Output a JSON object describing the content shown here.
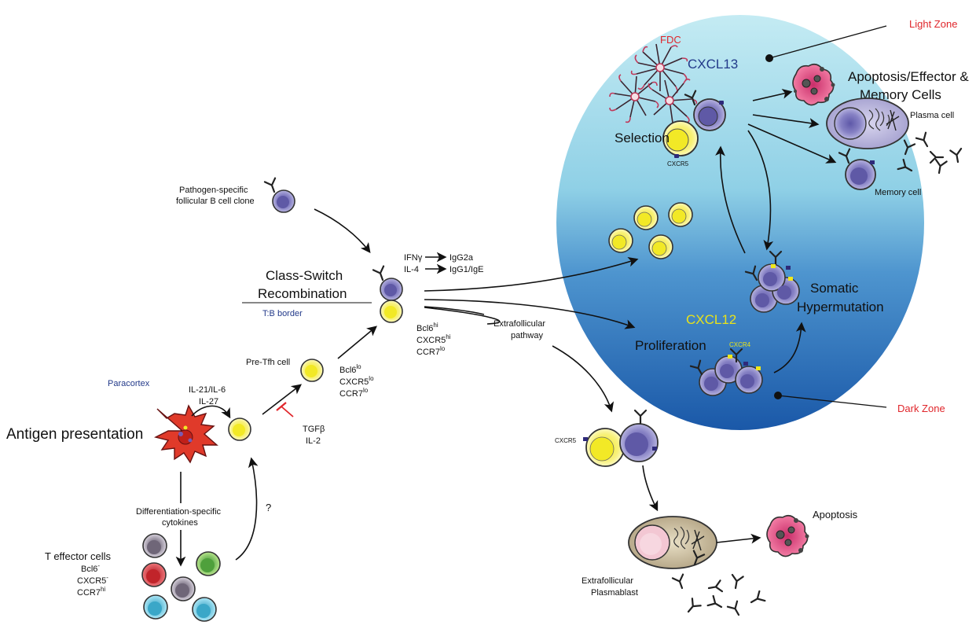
{
  "colors": {
    "zone_light": "#bfe8f2",
    "zone_dark": "#1a58a8",
    "b_cell": "#9b97cf",
    "t_cell": "#fbf79b",
    "dc": "#e03a2a",
    "apoptotic": "#ee4b7c",
    "label_red": "#e0262b",
    "label_blue": "#233a8a",
    "label_yellow": "#e8e21a"
  },
  "zones": {
    "light_zone": "Light Zone",
    "dark_zone": "Dark Zone",
    "fdc": "FDC",
    "cxcl13": "CXCL13",
    "cxcl12": "CXCL12",
    "cxcr4": "CXCR4",
    "cxcr5_gc": "CXCR5",
    "selection": "Selection",
    "proliferation": "Proliferation",
    "somatic_1": "Somatic",
    "somatic_2": "Hypermutation"
  },
  "outputs": {
    "title_1": "Apoptosis/Effector &",
    "title_2": "Memory Cells",
    "plasma_cell": "Plasma cell",
    "memory_cell": "Memory cell"
  },
  "b_clone": {
    "line1": "Pathogen-specific",
    "line2": "follicular B cell clone"
  },
  "csr": {
    "title_1": "Class-Switch",
    "title_2": "Recombination",
    "border": "T:B border",
    "ifn": "IFNγ",
    "igg2a": "IgG2a",
    "il4": "IL-4",
    "igg1": "IgG1/IgE"
  },
  "tfh_markers": [
    {
      "name": "Bcl6",
      "sup": "hi"
    },
    {
      "name": "CXCR5",
      "sup": "hi"
    },
    {
      "name": "CCR7",
      "sup": "lo"
    }
  ],
  "extrafollicular": {
    "line1": "Extrafollicular",
    "line2": "pathway",
    "cxcr5": "CXCR5",
    "plasmablast_1": "Extrafollicular",
    "plasmablast_2": "Plasmablast",
    "apoptosis": "Apoptosis"
  },
  "pre_tfh": {
    "label": "Pre-Tfh cell",
    "markers": [
      {
        "name": "Bcl6",
        "sup": "lo"
      },
      {
        "name": "CXCR5",
        "sup": "lo"
      },
      {
        "name": "CCR7",
        "sup": "lo"
      }
    ]
  },
  "paracortex": {
    "label": "Paracortex",
    "il21": "IL-21/IL-6",
    "il27": "IL-27",
    "tgfb": "TGFβ",
    "il2": "IL-2",
    "antigen": "Antigen presentation",
    "diff_1": "Differentiation-specific",
    "diff_2": "cytokines",
    "question": "?"
  },
  "effector": {
    "title": "T effector cells",
    "markers": [
      {
        "name": "Bcl6",
        "sup": "-"
      },
      {
        "name": "CXCR5",
        "sup": "-"
      },
      {
        "name": "CCR7",
        "sup": "hi"
      }
    ]
  }
}
